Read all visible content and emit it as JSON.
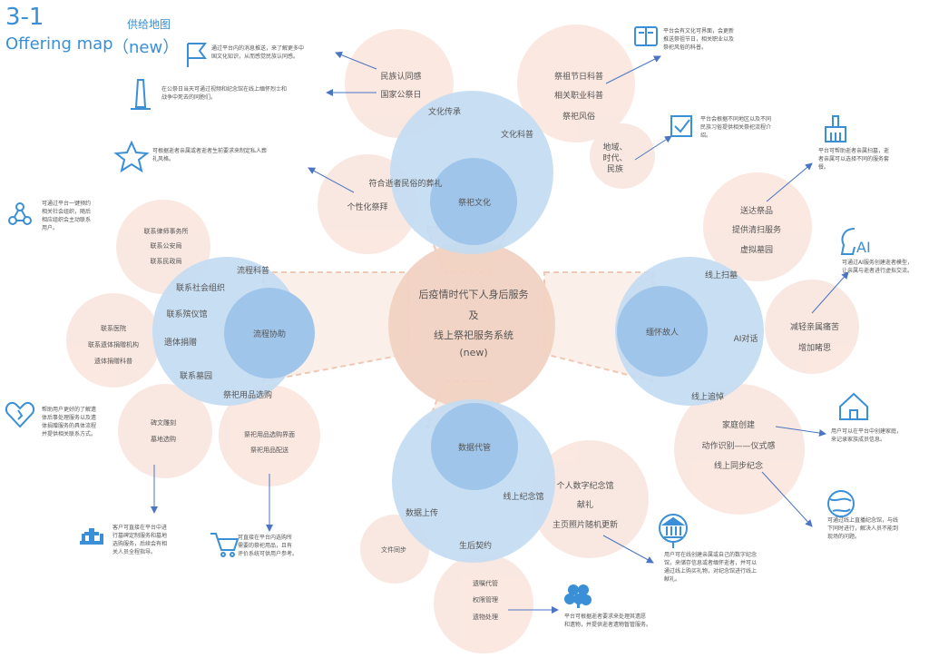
{
  "page": {
    "title_num": "3-1",
    "title_en": "Offering map",
    "title_cn": "供给地图",
    "title_new": "（new）"
  },
  "colors": {
    "blue_big": "#c3dbf2",
    "blue_small": "#9fc5ea",
    "peach": "#f9e6de",
    "peach_center": "#f1d2c3",
    "blue_text": "#3a8fd6",
    "arrow": "#4a74c4"
  },
  "center": {
    "line1": "后疫情时代下人身后服务",
    "line2": "及",
    "line3": "线上祭祀服务系统",
    "line4": "(new)"
  },
  "top_cluster": {
    "core": "祭祀文化",
    "items": [
      "文化传承",
      "文化科普",
      "符合逝者民俗的葬礼",
      "个性化祭拜"
    ],
    "left_bubble": [
      "民族认同感",
      "国家公祭日"
    ],
    "right_bubble": [
      "祭祖节日科普",
      "相关职业科普",
      "祭祀风俗"
    ],
    "region_bubble": [
      "地域、",
      "时代、",
      "民族"
    ]
  },
  "left_cluster": {
    "core": "流程协助",
    "items": [
      "流程科普",
      "联系社会组织",
      "联系殡仪馆",
      "遗体捐赠",
      "联系墓园",
      "祭祀用品选购"
    ],
    "top_bubble": [
      "联系律师事务所",
      "联系公安局",
      "联系民政局"
    ],
    "mid_bubble": [
      "联系医院",
      "联系遗体捐赠机构",
      "遗体捐赠科普"
    ],
    "bottom_bubble1": [
      "碑文雕刻",
      "墓地选购"
    ],
    "bottom_bubble2": [
      "祭祀用品选购界面",
      "祭祀用品配送"
    ]
  },
  "right_cluster": {
    "core": "缅怀故人",
    "items": [
      "线上扫墓",
      "AI对话",
      "线上追悼"
    ],
    "top_bubble": [
      "送达祭品",
      "提供清扫服务",
      "虚拟墓园"
    ],
    "mid_bubble": [
      "减轻亲属痛苦",
      "增加睹思"
    ],
    "bottom_bubble": [
      "家庭创建",
      "动作识别——仪式感",
      "线上同步纪念"
    ]
  },
  "bottom_cluster": {
    "core": "数据代管",
    "items": [
      "数据上传",
      "线上纪念馆",
      "生后契约"
    ],
    "right_bubble": [
      "个人数字纪念馆",
      "献礼",
      "主页照片随机更新"
    ],
    "left_bubble": [
      "文件同步"
    ],
    "bottom_bubble": [
      "遗嘱代管",
      "权限管理",
      "遗物处理"
    ]
  },
  "notes": {
    "flag": [
      "通过平台内的消息推送，来了解更多中",
      "国文化知识，从而感觉民族认同感。"
    ],
    "monument": [
      "在公祭日当天可通过视频和纪念馆在线上缅怀烈士和",
      "战争中死去的同胞们。"
    ],
    "star": [
      "可根据逝者亲属或者逝者生前要求来制定私人葬",
      "礼风格。"
    ],
    "book": [
      "平台会有文化可界面，会更新",
      "推送祭祖节日，相关职业以及",
      "祭祀风俗的科普。"
    ],
    "check": [
      "平台会根据不同地区以及不同",
      "民族习俗提供相关祭祀流程介",
      "绍。"
    ],
    "broom": [
      "平台可帮助逝者亲属扫墓，逝",
      "者亲属可以选择不同的服务套",
      "餐。"
    ],
    "network": [
      "可通过平台一键预约",
      "相关社会组织，随后",
      "相应组织会主动联系",
      "用户。"
    ],
    "ai": [
      "可通过AI服务创建逝者模型，",
      "让亲属与逝者进行虚拟交流。"
    ],
    "heart": [
      "帮助用户更好的了解遗",
      "体后事处理服务以及遗",
      "体捐赠服务的具体流程",
      "并提供相关联系方式。"
    ],
    "home": [
      "用户可以在平台中创建家庭，",
      "来记录家族成员信息。"
    ],
    "cemetery": [
      "客户可直接在平台中进",
      "行墓碑定制服务和墓地",
      "选购服务，后续会有相",
      "关人员全程指导。"
    ],
    "cart": [
      "可直接在平台内选购所",
      "需要的祭祀用品，且有",
      "评价系统可供用户参考。"
    ],
    "globe": [
      "可通过线上直播纪念馆，与线",
      "下同时进行，解决人员不能到",
      "现场的问题。"
    ],
    "museum": [
      "用户可在线创建亲属或自己的数字纪念",
      "馆，来储存信息或者缅怀逝者，并可以",
      "通过线上购买礼物，对纪念馆进行线上",
      "献礼。"
    ],
    "flower": [
      "平台可根据逝者要求来处理其遗愿",
      "和遗物，并提供逝者遗物暂管服务。"
    ]
  }
}
